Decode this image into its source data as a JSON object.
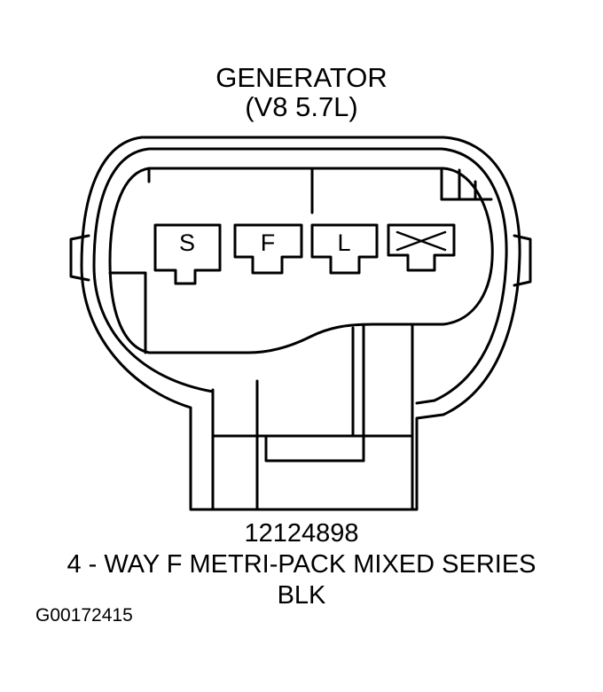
{
  "header": {
    "title": "GENERATOR",
    "subtitle": "(V8 5.7L)"
  },
  "connector": {
    "pins": [
      {
        "label": "S"
      },
      {
        "label": "F"
      },
      {
        "label": "L"
      },
      {
        "label": "",
        "icon": "unused-cavity-x-icon"
      }
    ]
  },
  "footer": {
    "part_number": "12124898",
    "description": "4 - WAY F METRI-PACK MIXED SERIES",
    "color": "BLK",
    "figure_id": "G00172415"
  }
}
